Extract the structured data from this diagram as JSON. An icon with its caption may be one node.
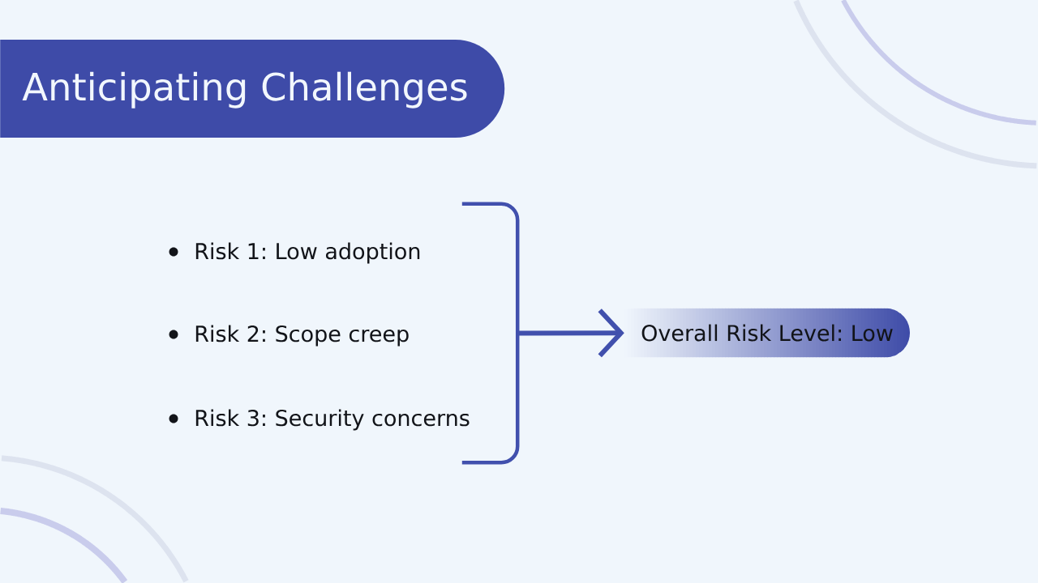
{
  "diagram": {
    "title": "Anticipating Challenges",
    "nodes": [
      {
        "text": [
          "Risk 1: Low adoption"
        ]
      },
      {
        "text": [
          "Risk 2: Scope creep"
        ]
      },
      {
        "text": [
          "Risk 3: Security concerns"
        ]
      },
      {
        "text": [],
        "shape": "bracket"
      },
      {
        "text": [
          "Overall Risk Level: Low"
        ]
      }
    ],
    "edges": [
      {
        "from": 3,
        "to": 4,
        "arrow": "to"
      }
    ]
  }
}
